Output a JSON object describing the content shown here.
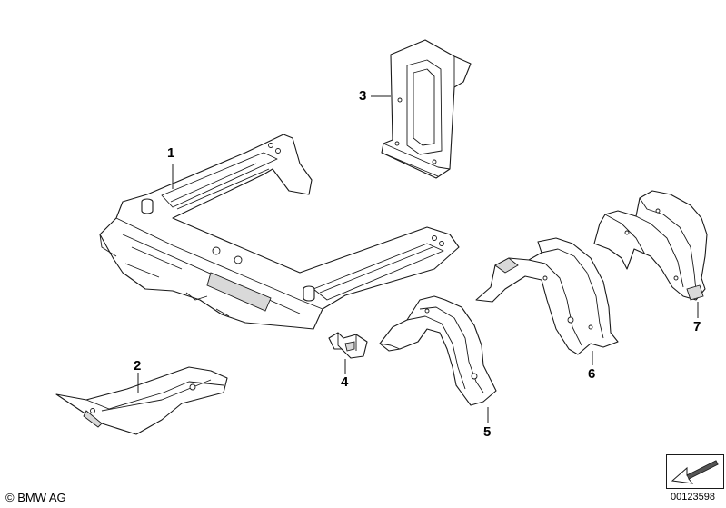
{
  "callouts": [
    {
      "id": "1",
      "label": "1"
    },
    {
      "id": "2",
      "label": "2"
    },
    {
      "id": "3",
      "label": "3"
    },
    {
      "id": "4",
      "label": "4"
    },
    {
      "id": "5",
      "label": "5"
    },
    {
      "id": "6",
      "label": "6"
    },
    {
      "id": "7",
      "label": "7"
    }
  ],
  "footer": {
    "copyright": "© BMW AG",
    "diagram_id": "00123598"
  },
  "nav": {
    "icon": "arrow-down-left-icon"
  },
  "colors": {
    "line": "#1a1a1a",
    "background": "#ffffff"
  }
}
